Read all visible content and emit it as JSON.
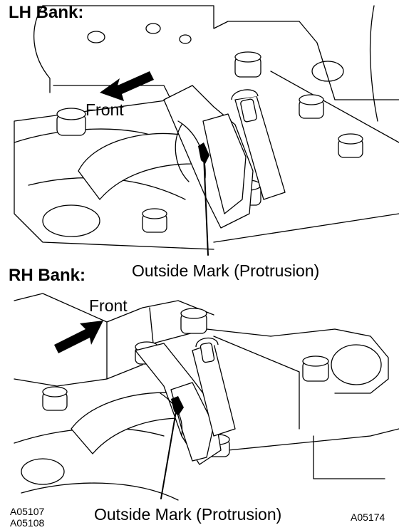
{
  "lh_panel": {
    "heading": "LH Bank:",
    "arrow_label": "Front",
    "callout": "Outside Mark (Protrusion)"
  },
  "rh_panel": {
    "heading": "RH Bank:",
    "arrow_label": "Front",
    "callout": "Outside Mark (Protrusion)"
  },
  "figure_codes": {
    "left_top": "A05107",
    "left_bottom": "A05108",
    "right": "A05174"
  }
}
